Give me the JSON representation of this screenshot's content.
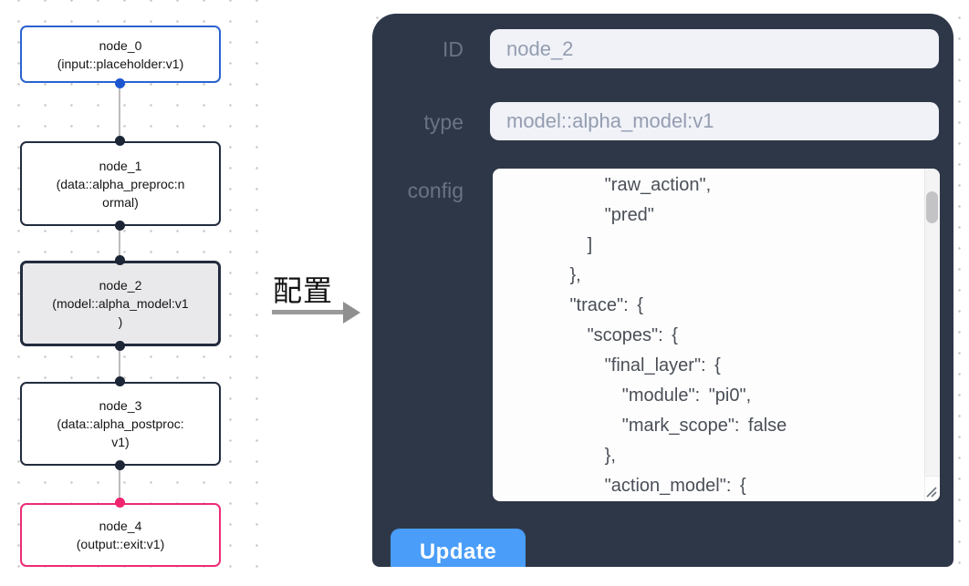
{
  "flow": {
    "selected_node": "node_2",
    "nodes": [
      {
        "id": "node_0",
        "type": "input::placeholder:v1",
        "lines": [
          "node_0",
          "(input::placeholder:v1)"
        ]
      },
      {
        "id": "node_1",
        "type": "data::alpha_preproc:normal",
        "lines": [
          "node_1",
          "(data::alpha_preproc:n",
          "ormal)"
        ]
      },
      {
        "id": "node_2",
        "type": "model::alpha_model:v1",
        "lines": [
          "node_2",
          "(model::alpha_model:v1",
          ")"
        ]
      },
      {
        "id": "node_3",
        "type": "data::alpha_postproc:v1",
        "lines": [
          "node_3",
          "(data::alpha_postproc:",
          "v1)"
        ]
      },
      {
        "id": "node_4",
        "type": "output::exit:v1",
        "lines": [
          "node_4",
          "(output::exit:v1)"
        ]
      }
    ]
  },
  "gutter": {
    "arrow_label": "配置"
  },
  "panel": {
    "fields": {
      "id": {
        "label": "ID",
        "value": "node_2"
      },
      "type": {
        "label": "type",
        "value": "model::alpha_model:v1"
      },
      "config": {
        "label": "config",
        "value": "            \"raw_action\",\n            \"pred\"\n          ]\n        },\n        \"trace\": {\n          \"scopes\": {\n            \"final_layer\": {\n              \"module\": \"pi0\",\n              \"mark_scope\": false\n            },\n            \"action_model\": {"
      }
    },
    "update_button": "Update"
  },
  "colors": {
    "panel_bg": "#2e3748",
    "field_bg": "#f0f2f8",
    "update_button": "#4a9df8",
    "node_default_border": "#222c3e",
    "node_input_border": "#2a63cf",
    "node_output_border": "#ee2b77",
    "selected_node_bg": "#e9e9eb",
    "port_dot": "#1d2637",
    "port_dot_input": "#1e56d0",
    "port_dot_output": "#f02570"
  }
}
